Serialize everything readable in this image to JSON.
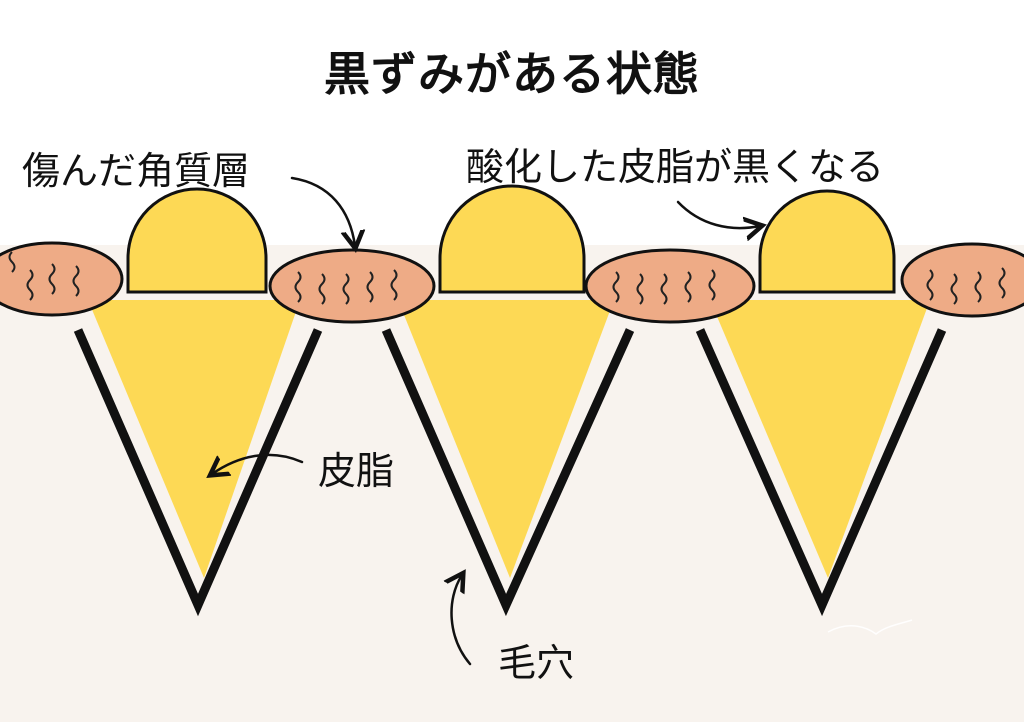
{
  "title": "黒ずみがある状態",
  "labels": {
    "damaged_keratin": "傷んだ角質層",
    "oxidized_sebum": "酸化した皮脂が黒くなる",
    "sebum": "皮脂",
    "pore": "毛穴"
  },
  "colors": {
    "background": "#ffffff",
    "skin": "#f8f3ee",
    "sebum": "#fdd955",
    "keratin_flake": "#eeab86",
    "outline": "#111111"
  },
  "pore_count": 3
}
